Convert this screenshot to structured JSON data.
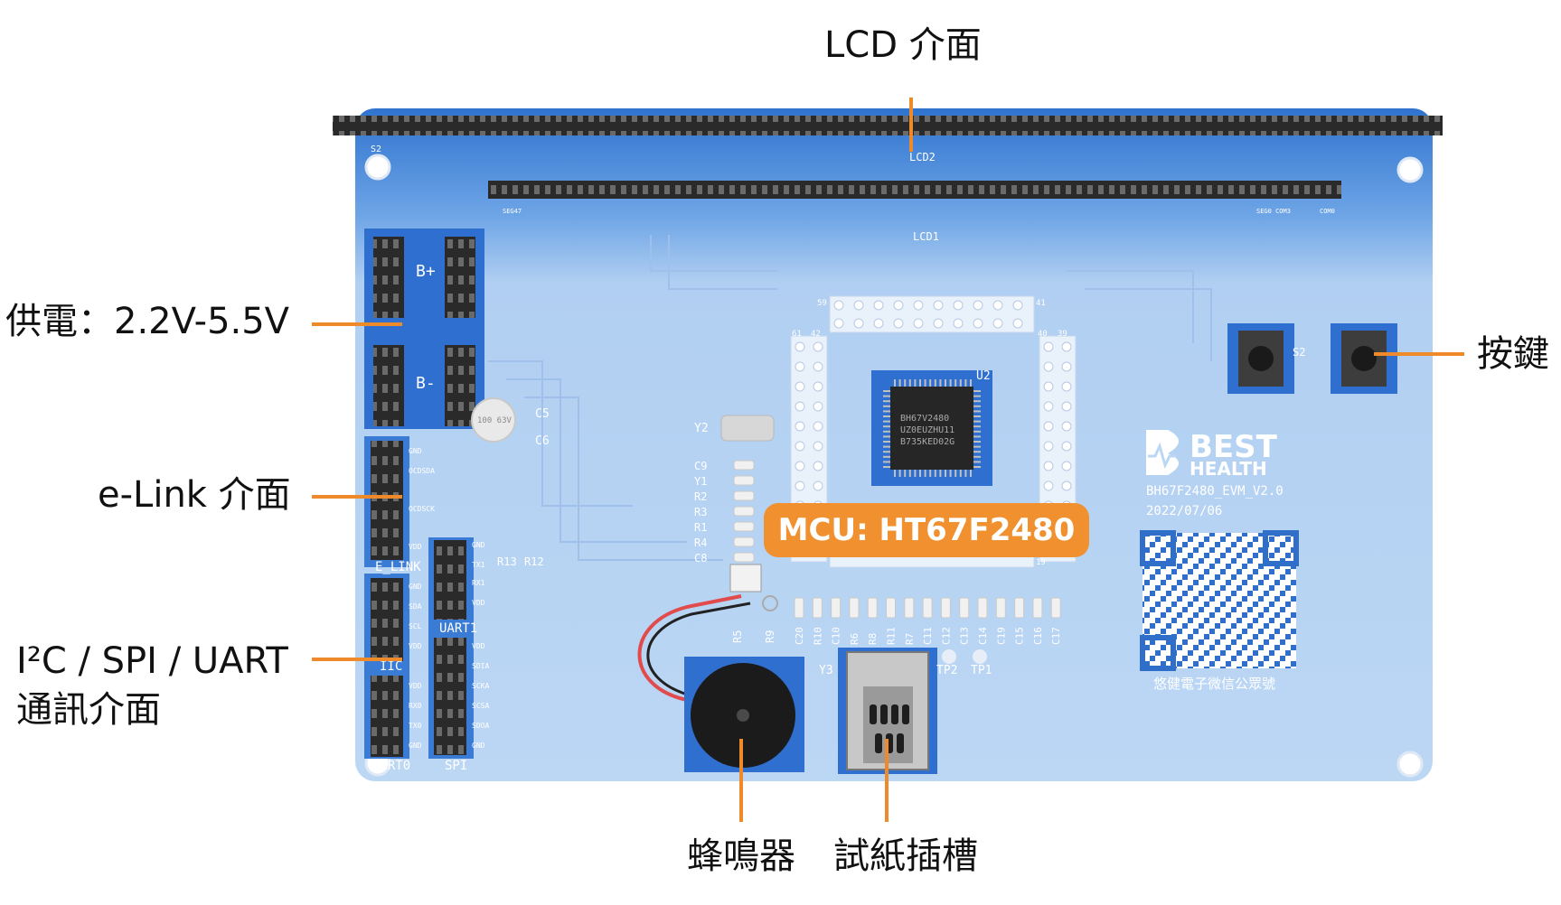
{
  "callouts": {
    "lcd": "LCD 介面",
    "power": "供電：2.2V-5.5V",
    "elink": "e-Link 介面",
    "comm_line1": "I²C / SPI / UART",
    "comm_line2": "通訊介面",
    "keys": "按鍵",
    "buzzer": "蜂鳴器",
    "strip_slot": "試紙插槽",
    "mcu": "MCU: HT67F2480"
  },
  "board": {
    "brand_line1": "BEST",
    "brand_line2": "HEALTH",
    "model": "BH67F2480_EVM_V2.0",
    "date": "2022/07/06",
    "chip_marking": [
      "BH67V2480",
      "UZ0EUZHU11",
      "B735KED02G"
    ],
    "wechat_caption": "悠健電子微信公眾號",
    "silk": {
      "lcd2": "LCD2",
      "lcd1": "LCD1",
      "s2": "S2",
      "s2_top": "S2",
      "u2": "U2",
      "y2": "Y2",
      "y3": "Y3",
      "tp2": "TP2",
      "tp1": "TP1",
      "bplus": "B+",
      "bminus": "B-",
      "c5": "C5",
      "c6": "C6",
      "elink": "E_LINK",
      "uart1": "UART1",
      "iic": "IIC",
      "uart0": "UART0",
      "spi": "SPI",
      "r13": "R13",
      "r12": "R12",
      "r5": "R5",
      "r9": "R9",
      "cap": "100 63V",
      "seg47": "SEG47",
      "seg0": "SEG0 COM3",
      "com0": "COM0",
      "pin59": "59",
      "pin41": "41",
      "pin61": "61",
      "pin42": "42",
      "pin40": "40",
      "pin39": "39",
      "pin19": "19",
      "left_col": [
        "C9",
        "Y1",
        "R2",
        "R3",
        "R1",
        "R4",
        "C8"
      ],
      "bottom_row": [
        "C20",
        "R10",
        "C10",
        "R6",
        "R8",
        "R11",
        "R7",
        "C11",
        "C12",
        "C13",
        "C14",
        "C19",
        "C15",
        "C16",
        "C17"
      ],
      "elink_pins": [
        "GND",
        "OCDSDA",
        "OCDSCK",
        "VDD"
      ],
      "uart1_pins": [
        "GND",
        "TX1",
        "RX1",
        "VDD"
      ],
      "iic_pins": [
        "GND",
        "SDA",
        "SCL",
        "VDD"
      ],
      "uart0_pins": [
        "VDD",
        "RX0",
        "TX0",
        "GND"
      ],
      "spi_pins": [
        "VDD",
        "SDIA",
        "SCKA",
        "SCSA",
        "SDOA",
        "GND"
      ]
    }
  },
  "colors": {
    "accent": "#ef8a2a",
    "board_blue": "#3a7ed6",
    "board_faded": "#b3d0f1"
  }
}
